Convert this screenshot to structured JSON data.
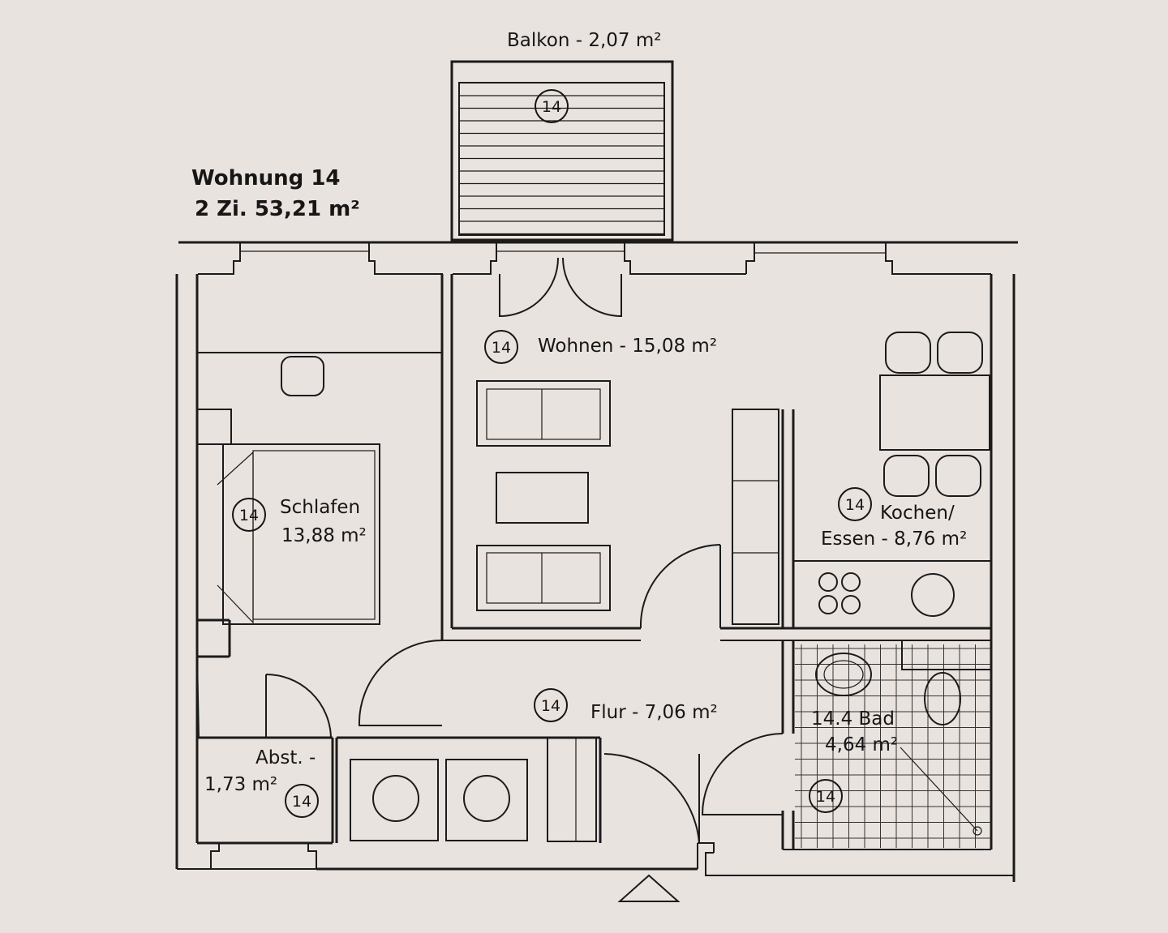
{
  "title": {
    "unit": "Wohnung 14",
    "summary": "2 Zi.  53,21 m²"
  },
  "room_marker": "14",
  "rooms": {
    "balkon": {
      "label": "Balkon - 2,07 m²"
    },
    "wohnen": {
      "label": "Wohnen - 15,08 m²"
    },
    "schlafen": {
      "line1": "Schlafen",
      "line2": "13,88 m²"
    },
    "kochen": {
      "line1": "Kochen/",
      "line2": "Essen - 8,76 m²"
    },
    "flur": {
      "label": "Flur - 7,06 m²"
    },
    "bad": {
      "line1": "14.4 Bad",
      "line2": "4,64 m²"
    },
    "abst": {
      "line1": "Abst. -",
      "line2": "1,73 m²"
    }
  }
}
